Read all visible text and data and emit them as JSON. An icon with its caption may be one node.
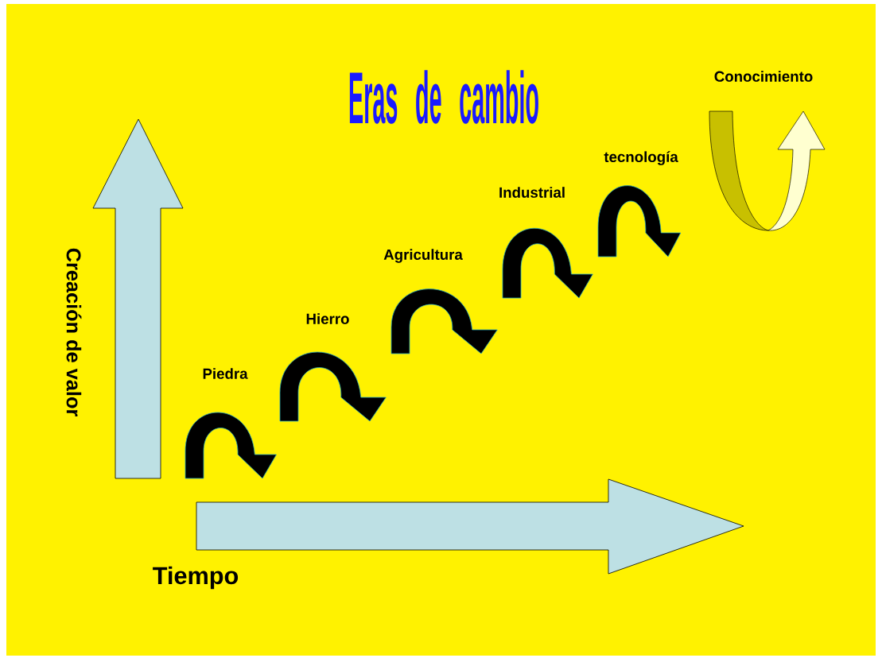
{
  "diagram": {
    "title": "Eras de cambio",
    "labels": [
      "Conocimiento",
      "tecnología",
      "Industrial",
      "Agricultura",
      "Hierro",
      "Piedra",
      "Creación de valor",
      "Tiempo"
    ]
  }
}
